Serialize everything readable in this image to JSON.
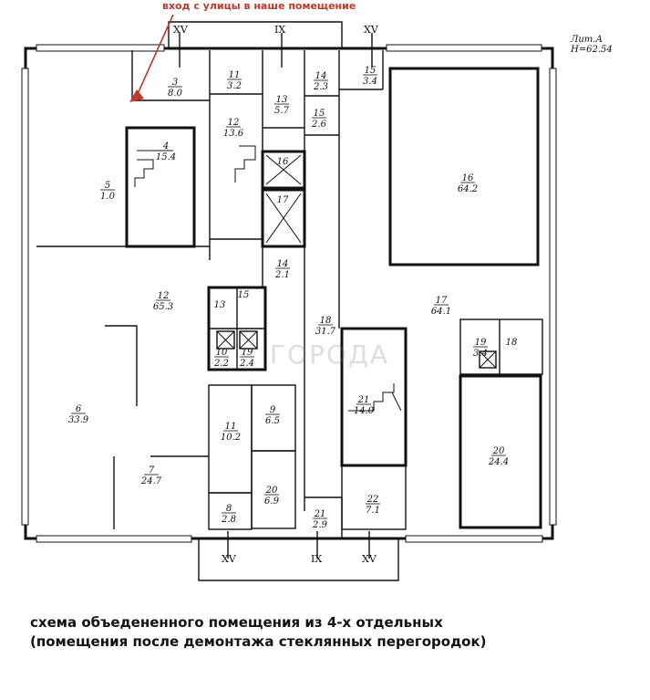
{
  "entry_label": "вход с улицы в наше помещение",
  "lit_label": [
    "Лит.А",
    "Н=62.54"
  ],
  "watermark": "ГОРОДА",
  "caption": [
    "схема объедененного помещения из 4-х отдельных",
    "(помещения после демонтажа стеклянных перегородок)"
  ],
  "axes": {
    "top": [
      "XV",
      "IX",
      "XV"
    ],
    "bottom": [
      "XV",
      "IX",
      "XV"
    ]
  },
  "rooms": [
    {
      "id": "3",
      "area": "8.0"
    },
    {
      "id": "11",
      "area": "3.2"
    },
    {
      "id": "14",
      "area": "2.3"
    },
    {
      "id": "15",
      "area": "3.4"
    },
    {
      "id": "13",
      "area": "5.7"
    },
    {
      "id": "15",
      "area": "2.6"
    },
    {
      "id": "12",
      "area": "13.6"
    },
    {
      "id": "4",
      "area": "15.4"
    },
    {
      "id": "5",
      "area": "1.0"
    },
    {
      "id": "16",
      "area": ""
    },
    {
      "id": "17",
      "area": ""
    },
    {
      "id": "16",
      "area": "64.2"
    },
    {
      "id": "14",
      "area": "2.1"
    },
    {
      "id": "12",
      "area": "65.3"
    },
    {
      "id": "13",
      "area": ""
    },
    {
      "id": "15",
      "area": ""
    },
    {
      "id": "18",
      "area": "31.7"
    },
    {
      "id": "17",
      "area": "64.1"
    },
    {
      "id": "10",
      "area": "2.2"
    },
    {
      "id": "19",
      "area": "2.4"
    },
    {
      "id": "19",
      "area": "3.4"
    },
    {
      "id": "18",
      "area": ""
    },
    {
      "id": "6",
      "area": "33.9"
    },
    {
      "id": "9",
      "area": "6.5"
    },
    {
      "id": "21",
      "area": "14.0"
    },
    {
      "id": "11",
      "area": "10.2"
    },
    {
      "id": "20",
      "area": "24.4"
    },
    {
      "id": "7",
      "area": "24.7"
    },
    {
      "id": "20",
      "area": "6.9"
    },
    {
      "id": "22",
      "area": "7.1"
    },
    {
      "id": "8",
      "area": "2.8"
    },
    {
      "id": "21",
      "area": "2.9"
    }
  ]
}
